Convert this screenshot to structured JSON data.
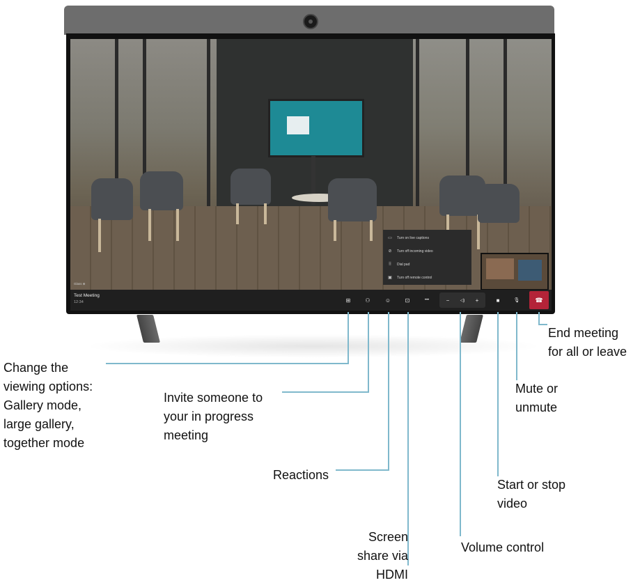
{
  "meeting": {
    "title": "Test Meeting",
    "time": "12:34",
    "screen_tag": "Glass ⊕"
  },
  "menu": {
    "items": [
      {
        "icon": "captions-icon",
        "glyph": "▭",
        "label": "Turn on live captions"
      },
      {
        "icon": "video-off-icon",
        "glyph": "⊘",
        "label": "Turn off incoming video"
      },
      {
        "icon": "dial-pad-icon",
        "glyph": "⠿",
        "label": "Dial pad"
      },
      {
        "icon": "remote-control-icon",
        "glyph": "▣",
        "label": "Turn off remote control"
      }
    ]
  },
  "controls": {
    "view": "⊞",
    "invite": "⚇",
    "reactions": "☺",
    "share": "⊡",
    "more": "•••",
    "vol_down": "−",
    "speaker": "◁)",
    "vol_up": "+",
    "video": "■",
    "mic": "🎙",
    "end": "☎"
  },
  "callouts": {
    "view": "Change the\nviewing options:\nGallery mode,\nlarge gallery,\ntogether mode",
    "invite": "Invite someone to\nyour in progress\nmeeting",
    "reactions": "Reactions",
    "share": "Screen\nshare via\nHDMI",
    "volume": "Volume control",
    "video": "Start or stop\nvideo",
    "mute": "Mute or\nunmute",
    "end": "End meeting\nfor all or leave"
  },
  "colors": {
    "callout_line": "#7fb8cc",
    "end_call": "#b42338",
    "bar": "#1f1f1f"
  }
}
